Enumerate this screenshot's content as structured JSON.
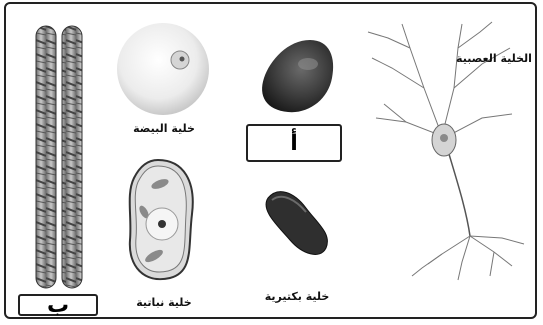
{
  "labels": {
    "neuron": "الخلية العصبية",
    "egg": "خلية البيضة",
    "plant": "خلية نباتية",
    "bacteria": "خلية بكتيرية",
    "box_a": "أ",
    "box_b": "ب"
  },
  "colors": {
    "blood": "#3a3a3a",
    "bacteria": "#2f2f2f",
    "egg": "#f0f0f0",
    "plant": "#d8d8d8",
    "muscle": "#9a9a9a"
  }
}
